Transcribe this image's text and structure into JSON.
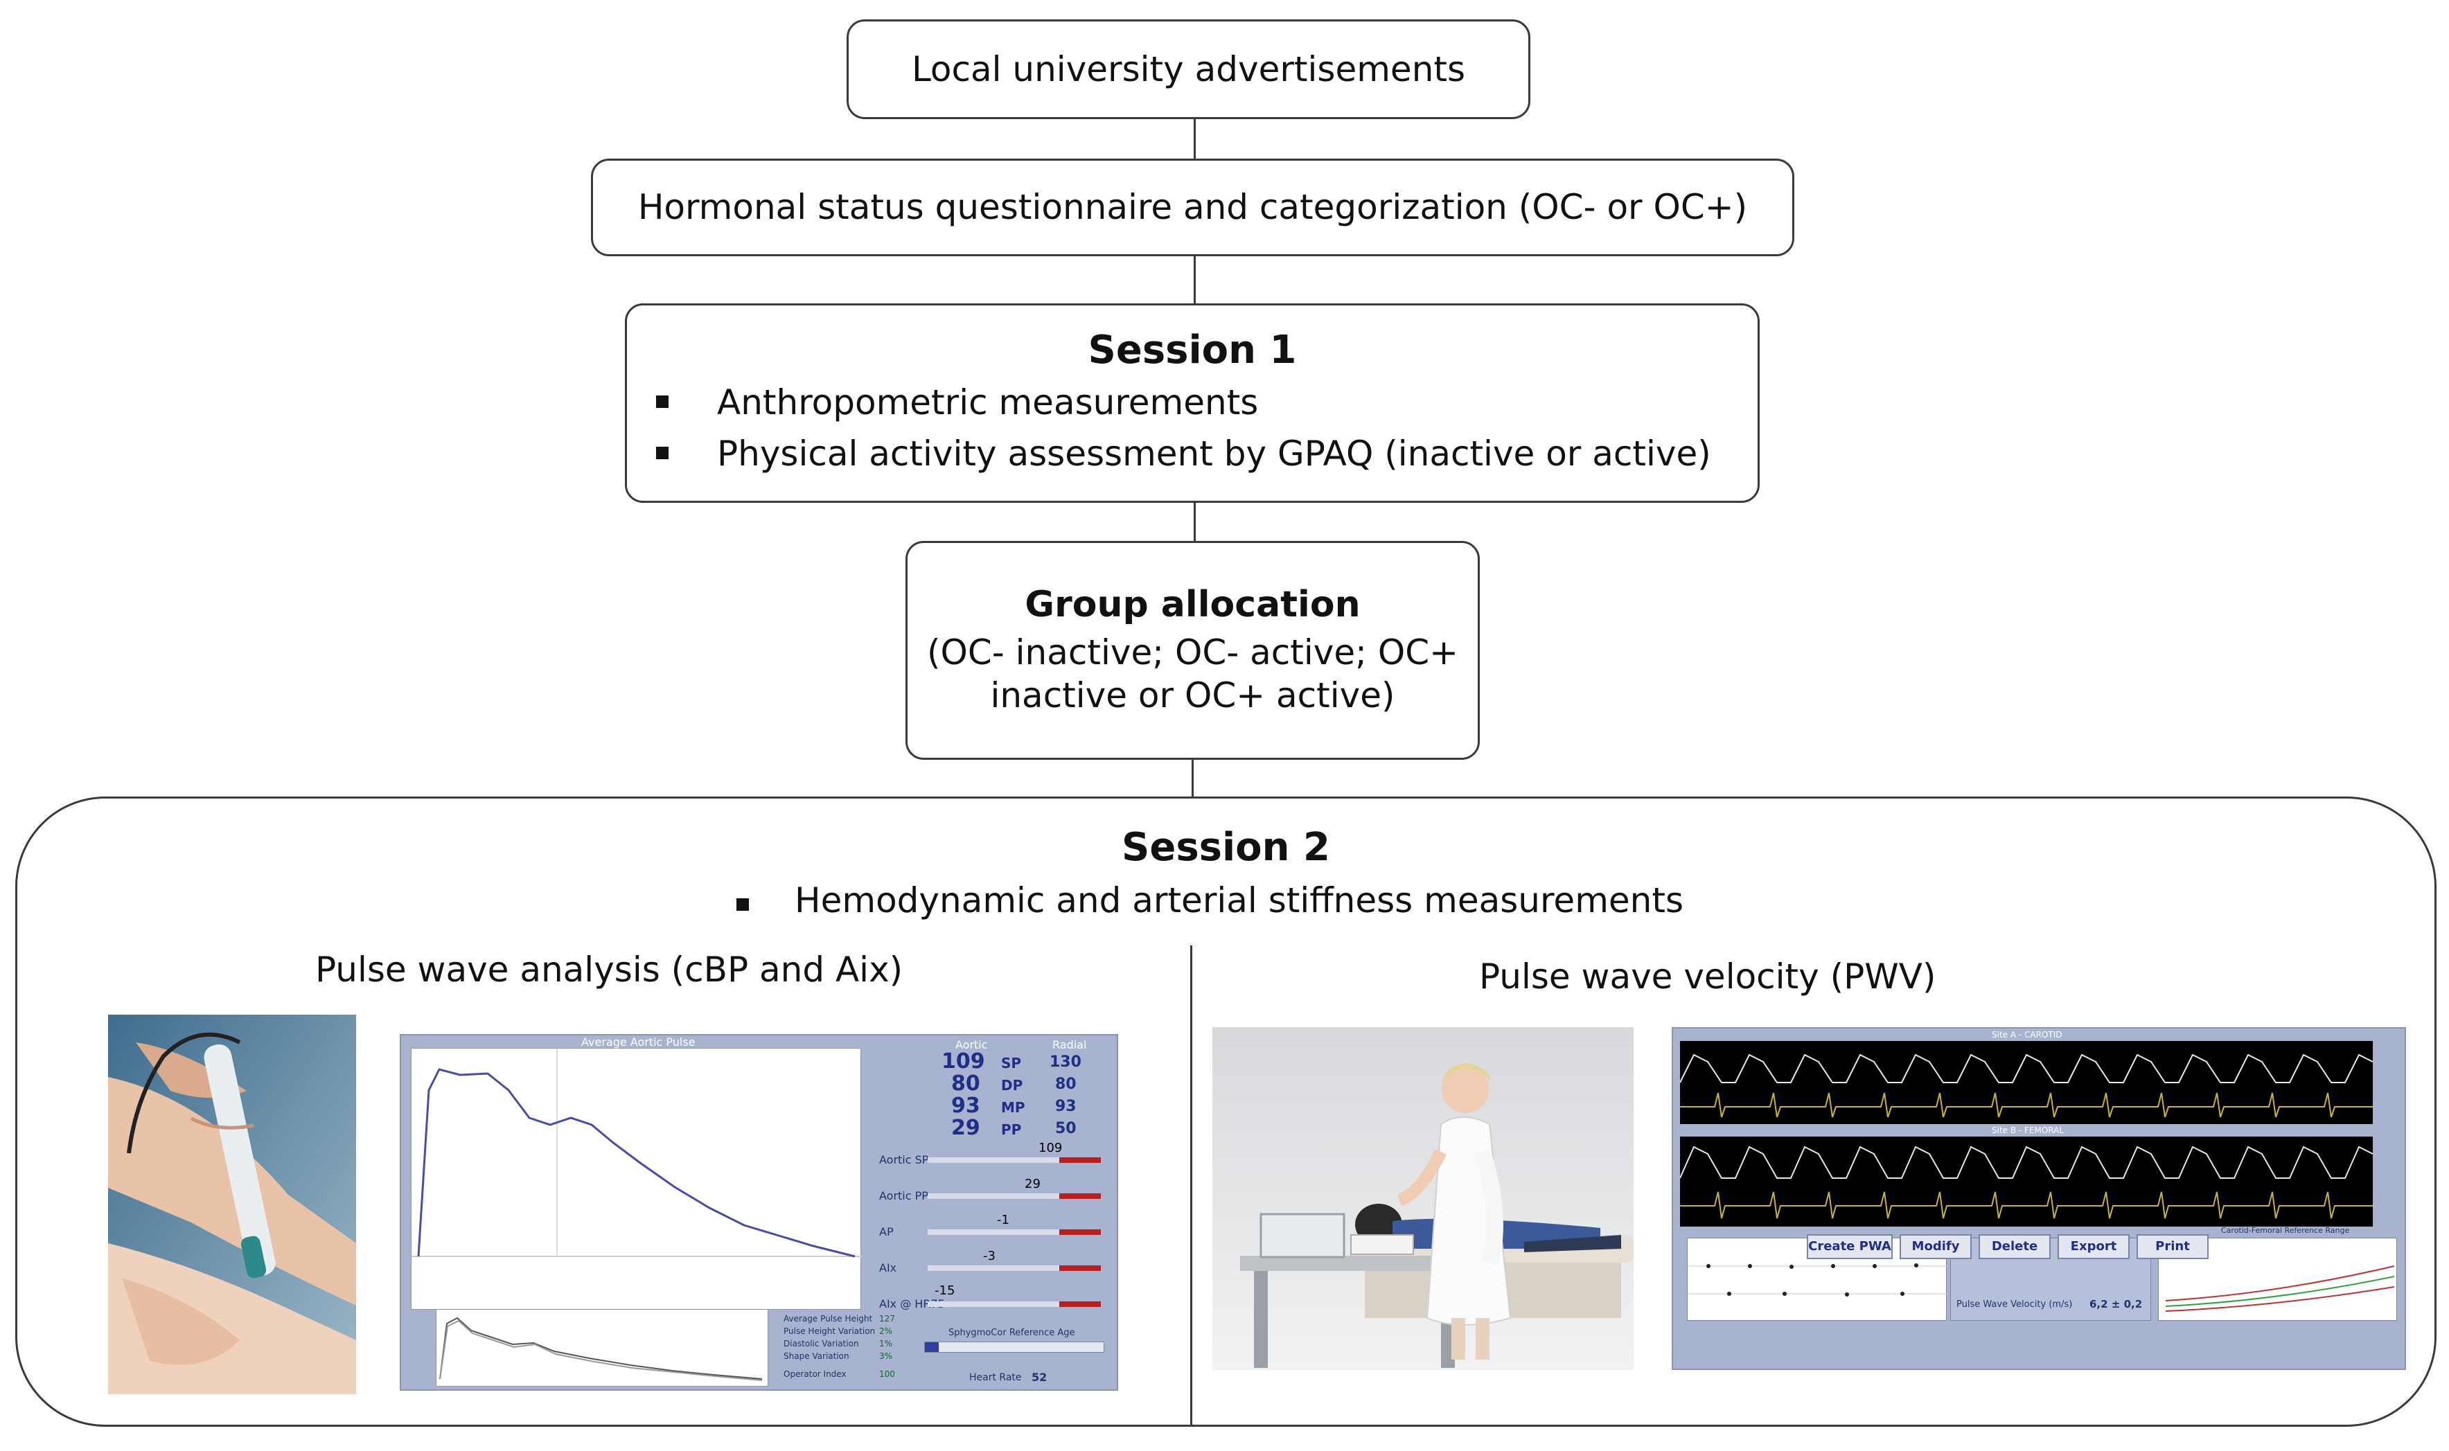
{
  "boxes": {
    "recruitment": "Local university advertisements",
    "hormonal": "Hormonal status questionnaire and categorization (OC- or OC+)",
    "session1": {
      "title": "Session 1",
      "items": [
        "Anthropometric measurements",
        "Physical activity assessment by GPAQ (inactive or active)"
      ]
    },
    "group": {
      "title": "Group allocation",
      "line1": "(OC- inactive; OC- active; OC+",
      "line2": "inactive or OC+ active)"
    },
    "session2": {
      "title": "Session 2",
      "item": "Hemodynamic and arterial stiffness measurements",
      "left_title": "Pulse wave analysis (cBP and Aix)",
      "right_title": "Pulse wave velocity (PWV)"
    }
  },
  "pwa_screen": {
    "graph_title": "Average Aortic Pulse",
    "col_aortic": "Aortic",
    "col_radial": "Radial",
    "rows": [
      {
        "aortic": "109",
        "label": "SP",
        "radial": "130"
      },
      {
        "aortic": "80",
        "label": "DP",
        "radial": "80"
      },
      {
        "aortic": "93",
        "label": "MP",
        "radial": "93"
      },
      {
        "aortic": "29",
        "label": "PP",
        "radial": "50"
      }
    ],
    "sliders": [
      {
        "label": "Aortic SP",
        "value": "109"
      },
      {
        "label": "Aortic PP",
        "value": "29"
      },
      {
        "label": "AP",
        "value": "-1"
      },
      {
        "label": "AIx",
        "value": "-3"
      },
      {
        "label": "AIx @ HR75",
        "value": "-15"
      }
    ],
    "quality": [
      {
        "label": "Average Pulse Height",
        "value": "127"
      },
      {
        "label": "Pulse Height Variation",
        "value": "2%"
      },
      {
        "label": "Diastolic Variation",
        "value": "1%"
      },
      {
        "label": "Shape Variation",
        "value": "3%"
      },
      {
        "label": "Operator Index",
        "value": "100"
      }
    ],
    "ref_age_label": "SphygmoCor Reference Age",
    "heart_rate_label": "Heart Rate",
    "heart_rate": "52"
  },
  "pwv_screen": {
    "site_a": "Site A - CAROTID",
    "site_b": "Site B - FEMORAL",
    "ref_range": "Carotid-Femoral Reference Range",
    "pwv_label": "Pulse Wave Velocity (m/s)",
    "pwv_value": "6,2 ± 0,2",
    "buttons": [
      "Create PWA",
      "Modify",
      "Delete",
      "Export",
      "Print"
    ]
  }
}
